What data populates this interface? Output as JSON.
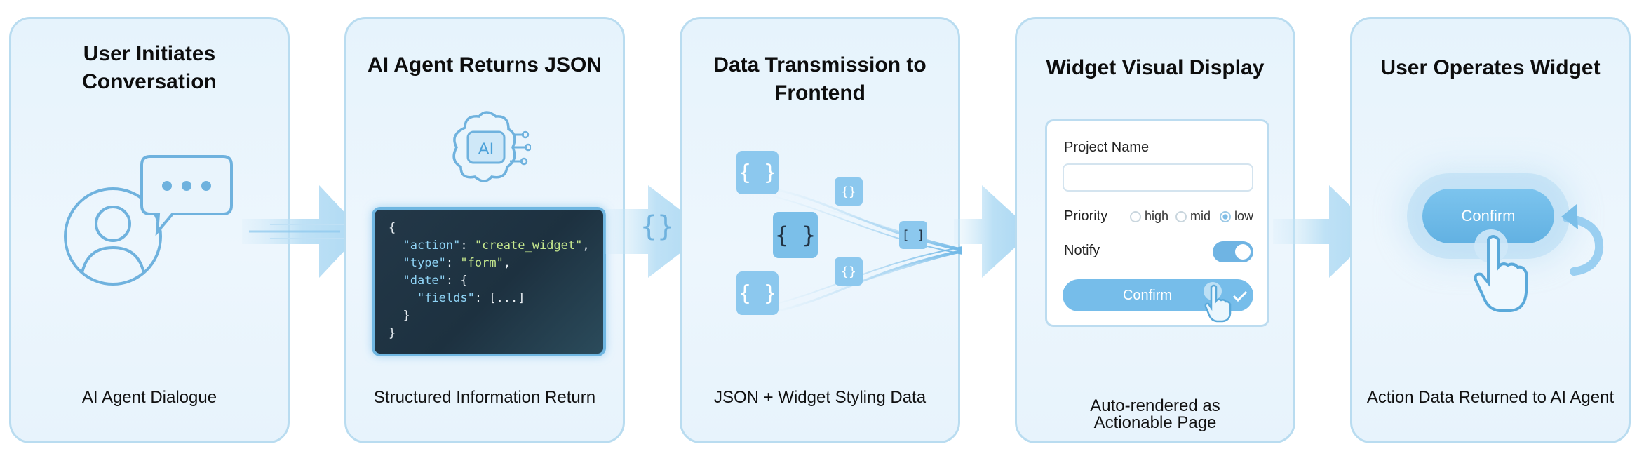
{
  "steps": [
    {
      "title": "User Initiates\nConversation",
      "caption": "AI Agent Dialogue"
    },
    {
      "title": "AI Agent Returns JSON",
      "caption": "Structured Information Return"
    },
    {
      "title": "Data Transmission to\nFrontend",
      "caption": "JSON + Widget Styling Data"
    },
    {
      "title": "Widget Visual Display",
      "caption": "Auto-rendered as\nActionable Page"
    },
    {
      "title": "User Operates Widget",
      "caption": "Action Data Returned to AI Agent"
    }
  ],
  "ai_badge": "AI",
  "code": {
    "open": "{",
    "action_key": "\"action\"",
    "action_val": "\"create_widget\"",
    "type_key": "\"type\"",
    "type_val": "\"form\"",
    "date_key": "\"date\"",
    "fields_key": "\"fields\"",
    "fields_val": "[...]",
    "close_inner": "}",
    "close": "}"
  },
  "transmission": {
    "brace": "{ }",
    "bracket": "[ ]",
    "small_brace": "{}"
  },
  "form": {
    "project_label": "Project Name",
    "project_value": "",
    "priority_label": "Priority",
    "priority_options": [
      "high",
      "mid",
      "low"
    ],
    "priority_selected": "low",
    "notify_label": "Notify",
    "notify_on": true,
    "confirm_label": "Confirm"
  },
  "operate": {
    "confirm_label": "Confirm"
  },
  "colors": {
    "panel_border": "#b9dcf0",
    "accent": "#6fb4e3",
    "arrow": "#a9d6f2"
  },
  "icons": [
    "user-icon",
    "chat-bubble-icon",
    "ai-brain-icon",
    "hand-pointer-icon",
    "refresh-arrow-icon",
    "checkmark-icon"
  ]
}
